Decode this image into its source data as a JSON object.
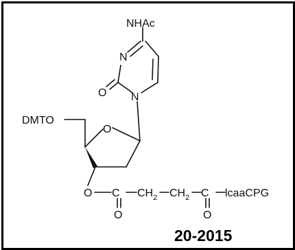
{
  "structure": {
    "labels": {
      "nhac": "NHAc",
      "n3": "N",
      "o2": "O",
      "n1": "N",
      "dmto": "DMTO",
      "ring_o": "O",
      "o3": "O",
      "c_ester": "C",
      "ch2_1_c": "CH",
      "ch2_1_sub": "2",
      "ch2_2_c": "CH",
      "ch2_2_sub": "2",
      "c_amide": "C",
      "lcaa": "lcaaCPG",
      "o_ester": "O",
      "o_amide": "O"
    }
  },
  "catalog_number": "20-2015"
}
